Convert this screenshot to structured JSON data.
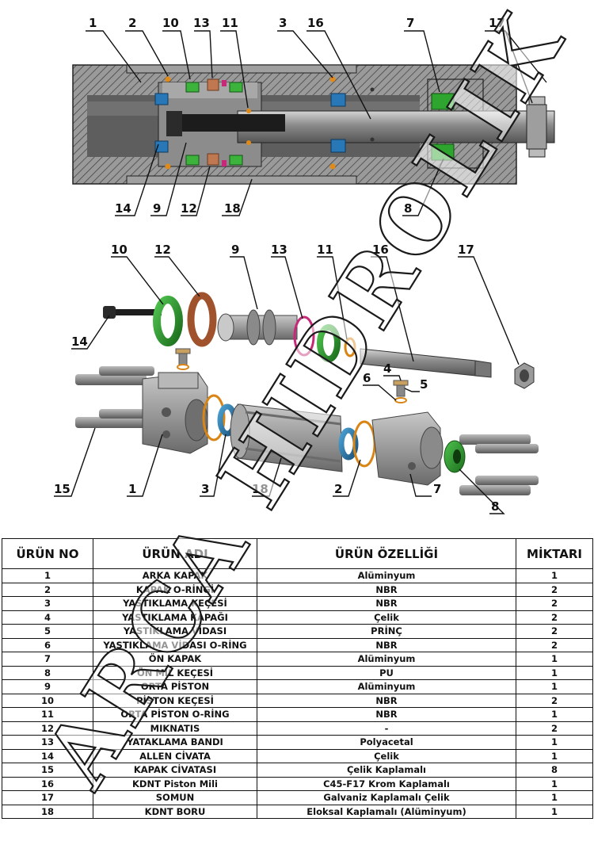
{
  "callouts_section": [
    "1",
    "2",
    "10",
    "13",
    "11",
    "3",
    "16",
    "7",
    "17",
    "14",
    "9",
    "12",
    "18",
    "8"
  ],
  "callouts_exploded": [
    "10",
    "12",
    "9",
    "13",
    "11",
    "16",
    "17",
    "14",
    "4",
    "6",
    "5",
    "15",
    "1",
    "3",
    "18",
    "2",
    "7",
    "8"
  ],
  "watermark": "ARCA HIDROLIK",
  "table": {
    "headers": [
      "ÜRÜN NO",
      "ÜRÜN ADI",
      "ÜRÜN ÖZELLİĞİ",
      "MİKTARI"
    ],
    "rows": [
      [
        "1",
        "ARKA KAPAK",
        "Alüminyum",
        "1"
      ],
      [
        "2",
        "KAPAK O-RİNGİ",
        "NBR",
        "2"
      ],
      [
        "3",
        "YASTIKLAMA KEÇESİ",
        "NBR",
        "2"
      ],
      [
        "4",
        "YASTIKLAMA KAPAĞI",
        "Çelik",
        "2"
      ],
      [
        "5",
        "YASTIKLAMA VİDASI",
        "PRİNÇ",
        "2"
      ],
      [
        "6",
        "YASTIKLAMA VİDASI O-RİNG",
        "NBR",
        "2"
      ],
      [
        "7",
        "ÖN KAPAK",
        "Alüminyum",
        "1"
      ],
      [
        "8",
        "ÖN MİL KEÇESİ",
        "PU",
        "1"
      ],
      [
        "9",
        "ORTA PİSTON",
        "Alüminyum",
        "1"
      ],
      [
        "10",
        "PİSTON KEÇESİ",
        "NBR",
        "2"
      ],
      [
        "11",
        "ORTA PİSTON O-RİNG",
        "NBR",
        "1"
      ],
      [
        "12",
        "MIKNATIS",
        "-",
        "2"
      ],
      [
        "13",
        "YATAKLAMA BANDI",
        "Polyacetal",
        "1"
      ],
      [
        "14",
        "ALLEN CİVATA",
        "Çelik",
        "1"
      ],
      [
        "15",
        "KAPAK CİVATASI",
        "Çelik Kaplamalı",
        "8"
      ],
      [
        "16",
        "KDNT Piston Mili",
        "C45-F17 Krom Kaplamalı",
        "1"
      ],
      [
        "17",
        "SOMUN",
        "Galvaniz Kaplamalı Çelik",
        "1"
      ],
      [
        "18",
        "KDNT  BORU",
        "Eloksal Kaplamalı (Alüminyum)",
        "1"
      ]
    ]
  }
}
